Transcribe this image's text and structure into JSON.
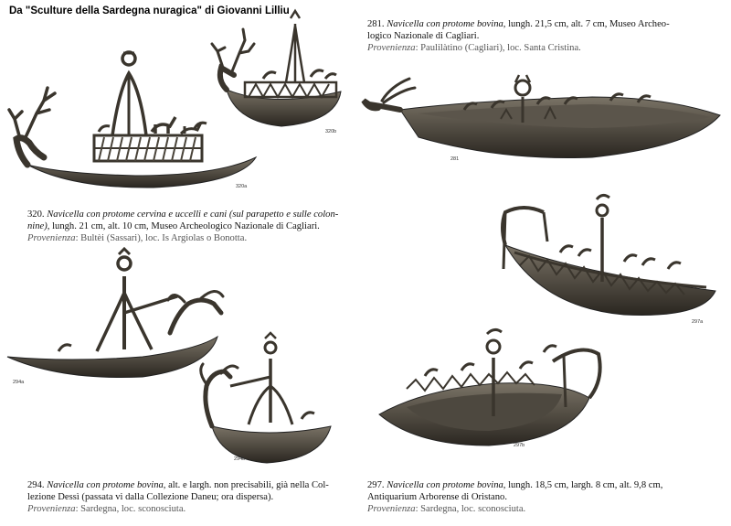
{
  "header": "Da \"Sculture della Sardegna nuragica\" di Giovanni Lilliu",
  "captions": {
    "c320": {
      "number": "320.",
      "title": "Navicella con protome cervina e uccelli e cani (sul parapetto e sulle colon-",
      "title2": "nine)",
      "details": ", lungh. 21 cm, alt. 10 cm, Museo Archeologico Nazionale di Cagliari.",
      "prov_label": "Provenienza",
      "prov_text": ": Bultèi (Sassari), loc. Is Argiolas o Bonotta."
    },
    "c281": {
      "number": "281.",
      "title": "Navicella con protome bovina",
      "details1": ", lungh. 21,5 cm, alt. 7 cm, Museo Archeo-",
      "details2": "logico Nazionale di Cagliari.",
      "prov_label": "Provenienza",
      "prov_text": ": Paulilàtino (Cagliari), loc. Santa Cristina."
    },
    "c294": {
      "number": "294.",
      "title": "Navicella con protome bovina",
      "details1": ", alt. e largh. non precisabili, già nella Col-",
      "details2": "lezione Dessì (passata vi dalla Collezione Daneu; ora dispersa).",
      "prov_label": "Provenienza",
      "prov_text": ": Sardegna, loc. sconosciuta."
    },
    "c297": {
      "number": "297.",
      "title": "Navicella con protome bovina",
      "details1": ", lungh. 18,5 cm, largh. 8 cm, alt. 9,8 cm,",
      "details2": "Antiquarium Arborense di Oristano.",
      "prov_label": "Provenienza",
      "prov_text": ": Sardegna, loc. sconosciuta."
    }
  },
  "tags": {
    "t320a": "320a",
    "t320b": "320b",
    "t281": "281",
    "t294a": "294a",
    "t294b": "294b",
    "t297a": "297a",
    "t297b": "297b"
  },
  "colors": {
    "bronze_dark": "#2a2620",
    "bronze_mid": "#5a5348",
    "bronze_light": "#8c857a"
  }
}
